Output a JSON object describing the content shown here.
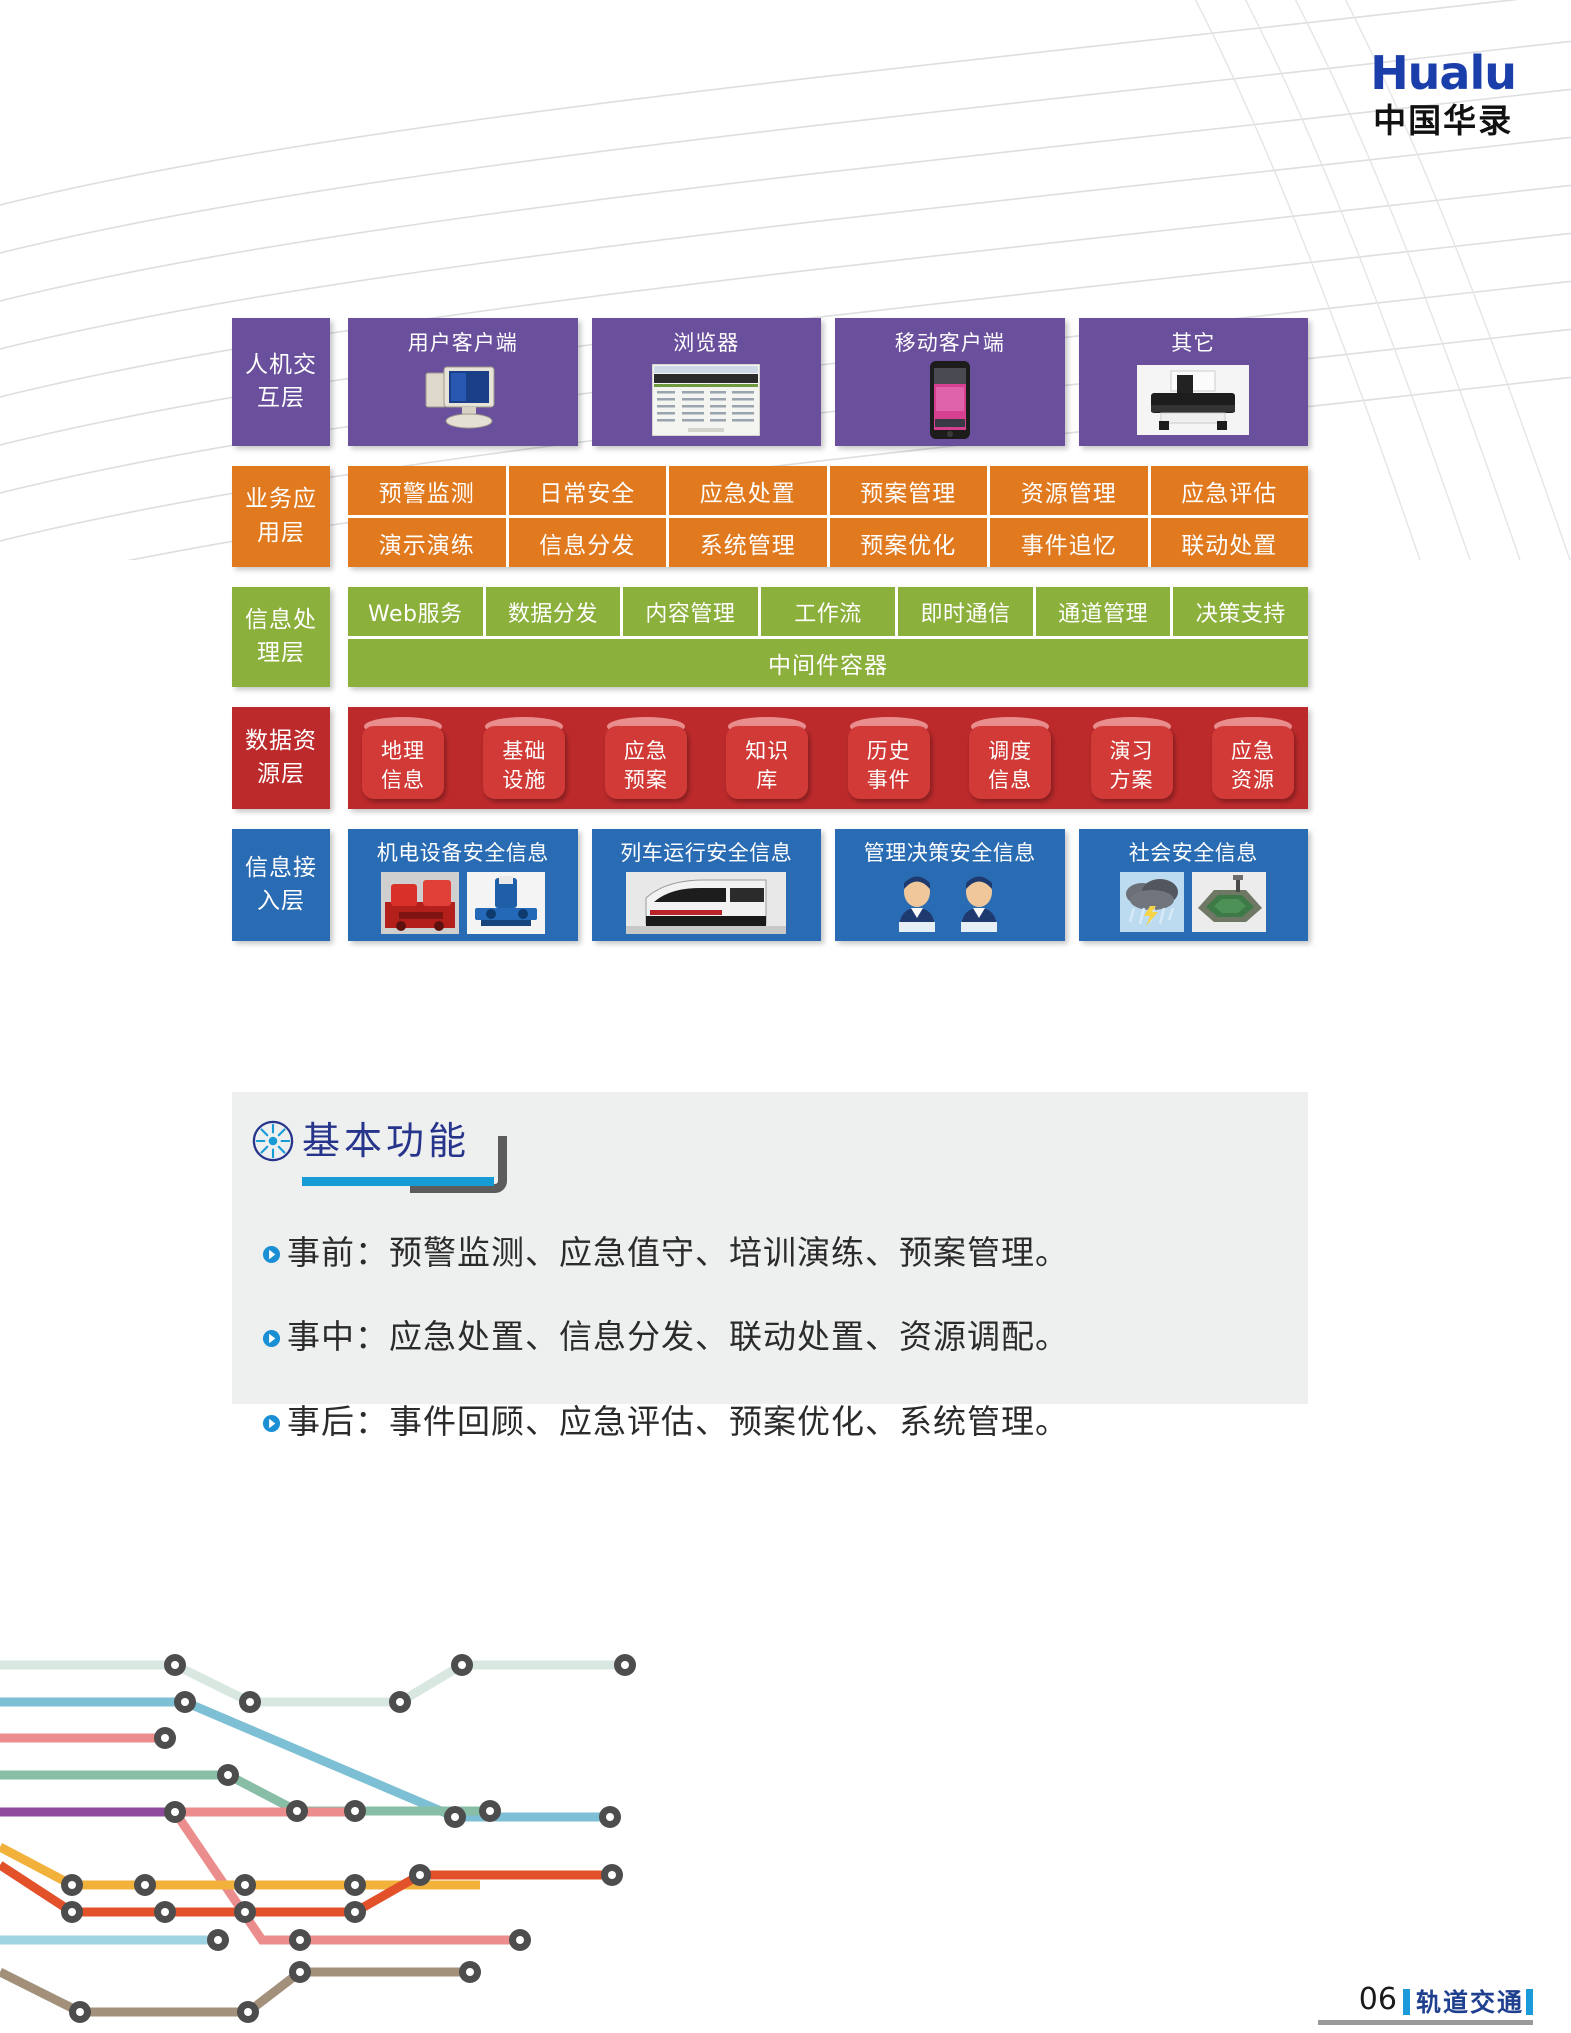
{
  "brand": {
    "name_en": "Hualu",
    "name_cn": "中国华录",
    "accent": "#1b3faa"
  },
  "architecture": {
    "layers": [
      {
        "id": "hci",
        "label": "人机交互层",
        "label_lines": [
          "人机交",
          "互层"
        ],
        "color": "#6a4f9c",
        "type": "cards",
        "items": [
          {
            "label": "用户客户端",
            "icon": "desktop-computer-icon"
          },
          {
            "label": "浏览器",
            "icon": "browser-window-icon"
          },
          {
            "label": "移动客户端",
            "icon": "smartphone-icon"
          },
          {
            "label": "其它",
            "icon": "printer-icon"
          }
        ]
      },
      {
        "id": "business",
        "label": "业务应用层",
        "label_lines": [
          "业务应",
          "用层"
        ],
        "color": "#e1791e",
        "type": "grid",
        "items": [
          "预警监测",
          "日常安全",
          "应急处置",
          "预案管理",
          "资源管理",
          "应急评估",
          "演示演练",
          "信息分发",
          "系统管理",
          "预案优化",
          "事件追忆",
          "联动处置"
        ]
      },
      {
        "id": "info-process",
        "label": "信息处理层",
        "label_lines": [
          "信息处",
          "理层"
        ],
        "color": "#8cb03c",
        "type": "grid-plus-bar",
        "items": [
          "Web服务",
          "数据分发",
          "内容管理",
          "工作流",
          "即时通信",
          "通道管理",
          "决策支持"
        ],
        "bar_label": "中间件容器"
      },
      {
        "id": "data-resource",
        "label": "数据资源层",
        "label_lines": [
          "数据资",
          "源层"
        ],
        "color": "#bc2a2c",
        "type": "cylinders",
        "items": [
          {
            "line1": "地理",
            "line2": "信息"
          },
          {
            "line1": "基础",
            "line2": "设施"
          },
          {
            "line1": "应急",
            "line2": "预案"
          },
          {
            "line1": "知识",
            "line2": "库"
          },
          {
            "line1": "历史",
            "line2": "事件"
          },
          {
            "line1": "调度",
            "line2": "信息"
          },
          {
            "line1": "演习",
            "line2": "方案"
          },
          {
            "line1": "应急",
            "line2": "资源"
          }
        ]
      },
      {
        "id": "info-access",
        "label": "信息接入层",
        "label_lines": [
          "信息接",
          "入层"
        ],
        "color": "#2a6cb4",
        "type": "access-cards",
        "items": [
          {
            "label": "机电设备安全信息",
            "icons": [
              "red-machinery-icon",
              "blue-pump-icon"
            ]
          },
          {
            "label": "列车运行安全信息",
            "icons": [
              "train-front-icon"
            ]
          },
          {
            "label": "管理决策安全信息",
            "icons": [
              "staff-person-icon",
              "staff-person-icon"
            ]
          },
          {
            "label": "社会安全信息",
            "icons": [
              "storm-cloud-icon",
              "stadium-icon"
            ]
          }
        ]
      }
    ]
  },
  "basic_function": {
    "title": "基本功能",
    "title_icon": "starburst-icon",
    "accent_underline": "#169bd7",
    "title_color": "#27348b",
    "bullets": [
      "事前：预警监测、应急值守、培训演练、预案管理。",
      "事中：应急处置、信息分发、联动处置、资源调配。",
      "事后：事件回顾、应急评估、预案优化、系统管理。"
    ]
  },
  "metro_graphic": {
    "name": "metro-lines-decoration",
    "line_colors": [
      "#d8e8e0",
      "#7dbfd4",
      "#ec8d8d",
      "#88bda6",
      "#8e4b9e",
      "#f2b13a",
      "#e2512a",
      "#a3907b"
    ],
    "station_color": "#4d4d4d"
  },
  "footer": {
    "page_number": "06",
    "section": "轨道交通",
    "accent": "#1a9ad8"
  }
}
